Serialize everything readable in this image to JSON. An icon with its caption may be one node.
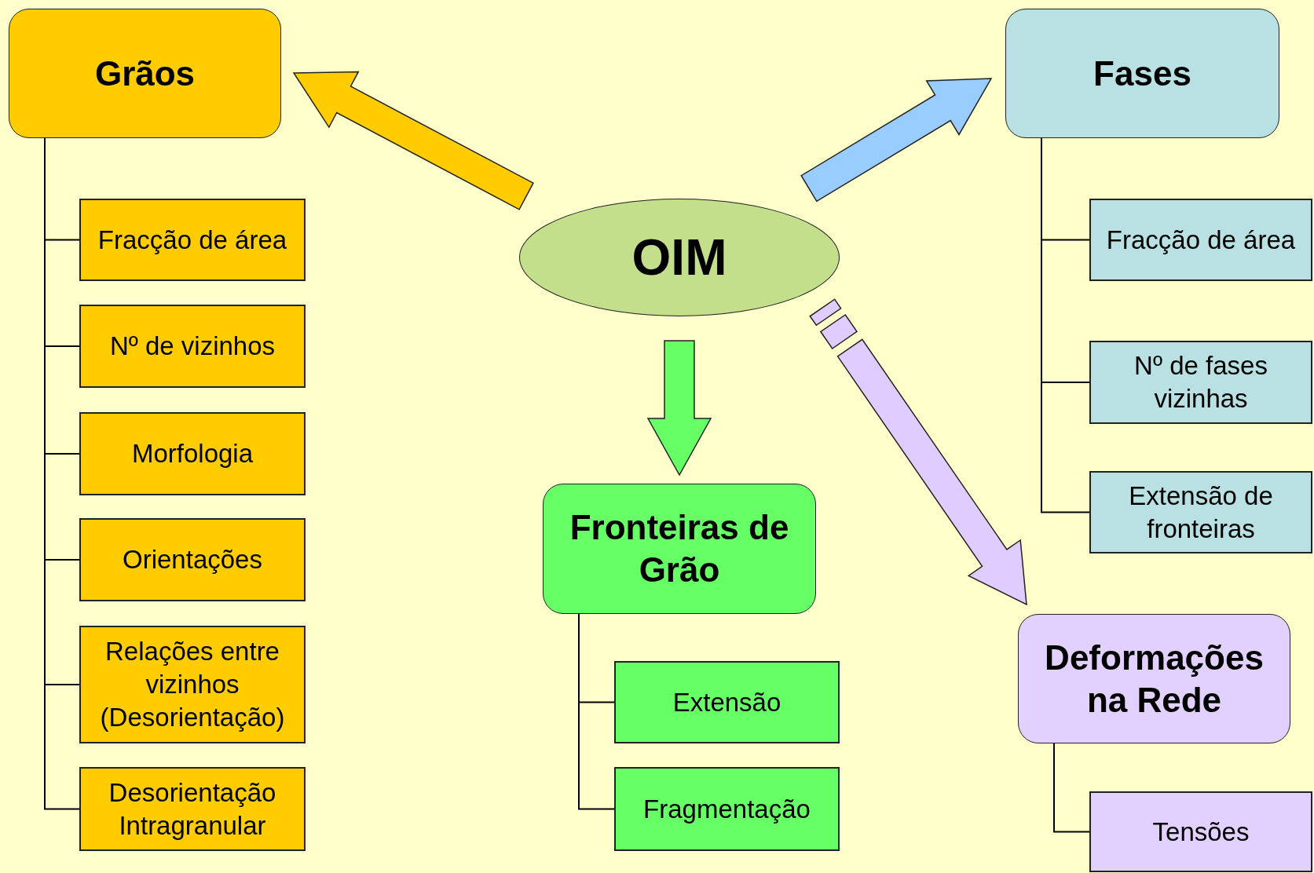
{
  "diagram": {
    "nodes": [
      {
        "text": [
          "OIM"
        ]
      },
      {
        "text": [
          "Grãos"
        ]
      },
      {
        "text": [
          "Fracção de área"
        ]
      },
      {
        "text": [
          "Nº de vizinhos"
        ]
      },
      {
        "text": [
          "Morfologia"
        ]
      },
      {
        "text": [
          "Orientações"
        ]
      },
      {
        "text": [
          "Relações entre vizinhos (Desorientação)"
        ]
      },
      {
        "text": [
          "Desorientação Intragranular"
        ]
      },
      {
        "text": [
          "Fases"
        ]
      },
      {
        "text": [
          "Fracção de área"
        ]
      },
      {
        "text": [
          "Nº de fases vizinhas"
        ]
      },
      {
        "text": [
          "Extensão de fronteiras"
        ]
      },
      {
        "text": [
          "Fronteiras de Grão"
        ]
      },
      {
        "text": [
          "Extensão"
        ]
      },
      {
        "text": [
          "Fragmentação"
        ]
      },
      {
        "text": [
          "Deformações na Rede"
        ]
      },
      {
        "text": [
          "Tensões"
        ]
      }
    ],
    "edges": [
      {
        "from": 0,
        "to": 1,
        "arrow": "to",
        "style": "thick",
        "color": "#ffcc00"
      },
      {
        "from": 0,
        "to": 8,
        "arrow": "to",
        "style": "thick",
        "color": "#99ccff"
      },
      {
        "from": 0,
        "to": 12,
        "arrow": "to",
        "style": "thick",
        "color": "#66ff66"
      },
      {
        "from": 0,
        "to": 15,
        "arrow": "to",
        "style": "dashed",
        "color": "#e0ccff"
      },
      {
        "from": 1,
        "to": 2,
        "arrow": "none"
      },
      {
        "from": 1,
        "to": 3,
        "arrow": "none"
      },
      {
        "from": 1,
        "to": 4,
        "arrow": "none"
      },
      {
        "from": 1,
        "to": 5,
        "arrow": "none"
      },
      {
        "from": 1,
        "to": 6,
        "arrow": "none"
      },
      {
        "from": 1,
        "to": 7,
        "arrow": "none"
      },
      {
        "from": 8,
        "to": 9,
        "arrow": "none"
      },
      {
        "from": 8,
        "to": 10,
        "arrow": "none"
      },
      {
        "from": 8,
        "to": 11,
        "arrow": "none"
      },
      {
        "from": 12,
        "to": 13,
        "arrow": "none"
      },
      {
        "from": 12,
        "to": 14,
        "arrow": "none"
      },
      {
        "from": 15,
        "to": 16,
        "arrow": "none"
      }
    ]
  }
}
